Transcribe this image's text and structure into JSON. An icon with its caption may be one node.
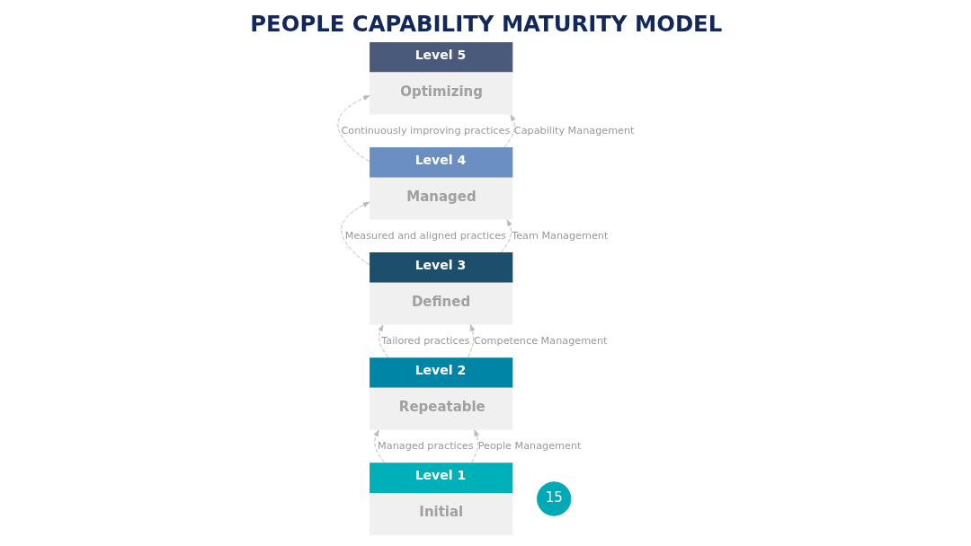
{
  "diagram": {
    "title": "PEOPLE CAPABILITY MATURITY MODEL",
    "nodes": [
      {
        "text": [
          "Level 1",
          "Initial"
        ]
      },
      {
        "text": [
          "Level 2",
          "Repeatable"
        ]
      },
      {
        "text": [
          "Level 3",
          "Defined"
        ]
      },
      {
        "text": [
          "Level 4",
          "Managed"
        ]
      },
      {
        "text": [
          "Level 5",
          "Optimizing"
        ]
      },
      {
        "text": [
          "15"
        ]
      }
    ],
    "edges": [
      {
        "from": 0,
        "to": 1,
        "arrow": "to",
        "style": "dashed",
        "label": "Managed practices"
      },
      {
        "from": 0,
        "to": 1,
        "arrow": "to",
        "style": "dashed",
        "label": "People Management"
      },
      {
        "from": 1,
        "to": 2,
        "arrow": "to",
        "style": "dashed",
        "label": "Tailored practices"
      },
      {
        "from": 1,
        "to": 2,
        "arrow": "to",
        "style": "dashed",
        "label": "Competence Management"
      },
      {
        "from": 2,
        "to": 3,
        "arrow": "to",
        "style": "dashed",
        "label": "Measured and aligned practices"
      },
      {
        "from": 2,
        "to": 3,
        "arrow": "to",
        "style": "dashed",
        "label": "Team Management"
      },
      {
        "from": 3,
        "to": 4,
        "arrow": "to",
        "style": "dashed",
        "label": "Continuously improving practices"
      },
      {
        "from": 3,
        "to": 4,
        "arrow": "to",
        "style": "dashed",
        "label": "Capability Management"
      }
    ]
  }
}
